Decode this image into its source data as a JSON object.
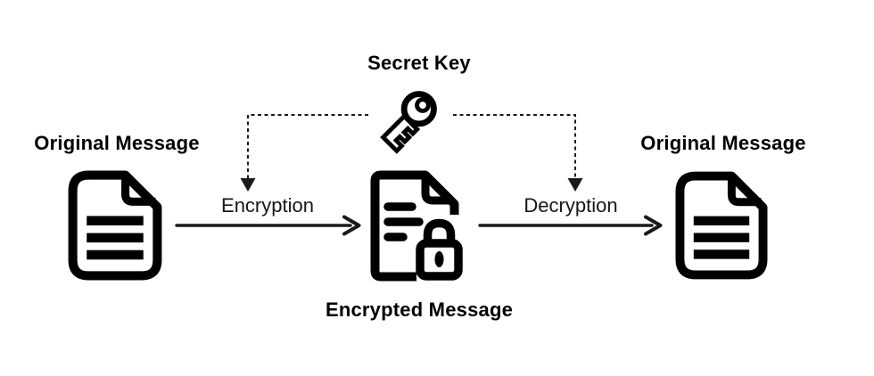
{
  "canvas": {
    "background_color": "#ffffff",
    "ink_color": "#000000",
    "connector_color": "#1a1a1a"
  },
  "key": {
    "label": "Secret Key",
    "icon": "key-icon"
  },
  "nodes": {
    "source": {
      "label": "Original Message",
      "icon": "document-icon"
    },
    "encrypted": {
      "label": "Encrypted Message",
      "icon": "locked-document-icon"
    },
    "destination": {
      "label": "Original Message",
      "icon": "document-icon"
    }
  },
  "processes": {
    "encryption": {
      "label": "Encryption"
    },
    "decryption": {
      "label": "Decryption"
    }
  },
  "connectors": {
    "key_to_encryption": "dotted-arrow-down",
    "key_to_decryption": "dotted-arrow-down",
    "encryption_flow": "solid-arrow-right",
    "decryption_flow": "solid-arrow-right"
  }
}
